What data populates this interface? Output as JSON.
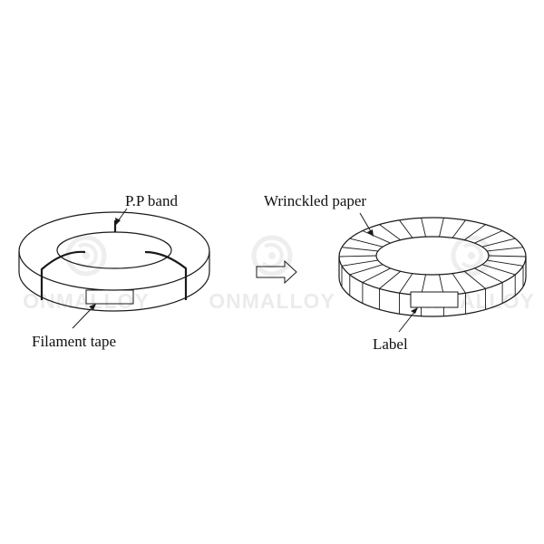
{
  "watermark": {
    "text": "ONMALLOY",
    "color": "#8a8a8a"
  },
  "left_ring": {
    "band_label": "P.P band",
    "tape_label": "Filament tape"
  },
  "right_ring": {
    "paper_label": "Wrinckled paper",
    "label_label": "Label"
  },
  "colors": {
    "ink": "#1a1a1a",
    "background": "#ffffff"
  }
}
